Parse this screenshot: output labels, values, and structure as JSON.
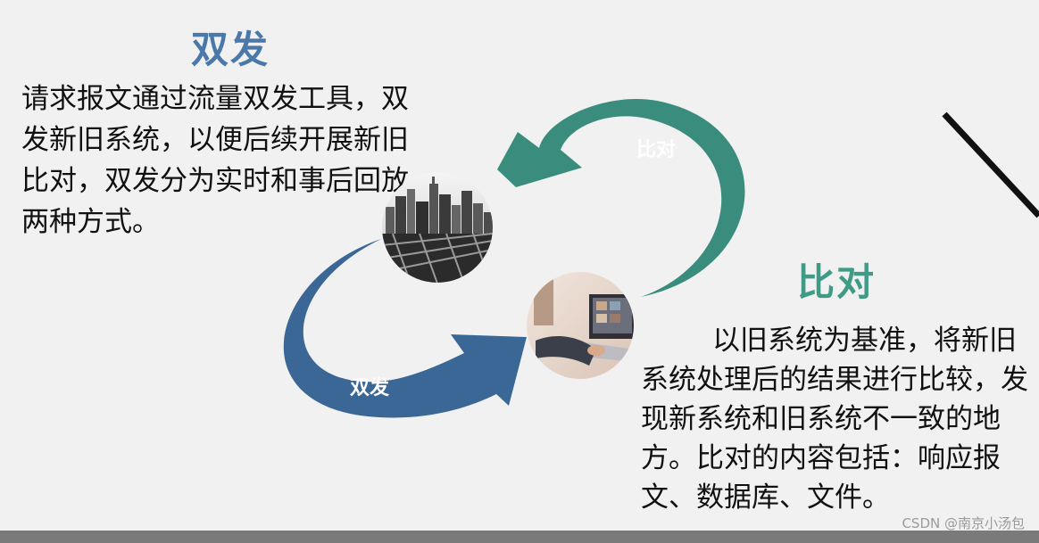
{
  "left": {
    "title": "双发",
    "text": "请求报文通过流量双发工具，双发新旧系统，以便后续开展新旧比对，双发分为实时和事后回放两种方式。"
  },
  "right": {
    "title": "比对",
    "text": "以旧系统为基准，将新旧系统处理后的结果进行比较，发现新系统和旧系统不一致的地方。比对的内容包括：响应报文、数据库、文件。"
  },
  "arrows": {
    "top_label": "比对",
    "bottom_label": "双发",
    "top_color": "#3a8c7c",
    "bottom_color": "#3b6796"
  },
  "images": {
    "city": "city-skyline-photo",
    "laptop": "laptop-typing-photo"
  },
  "watermark": "CSDN @南京小汤包"
}
